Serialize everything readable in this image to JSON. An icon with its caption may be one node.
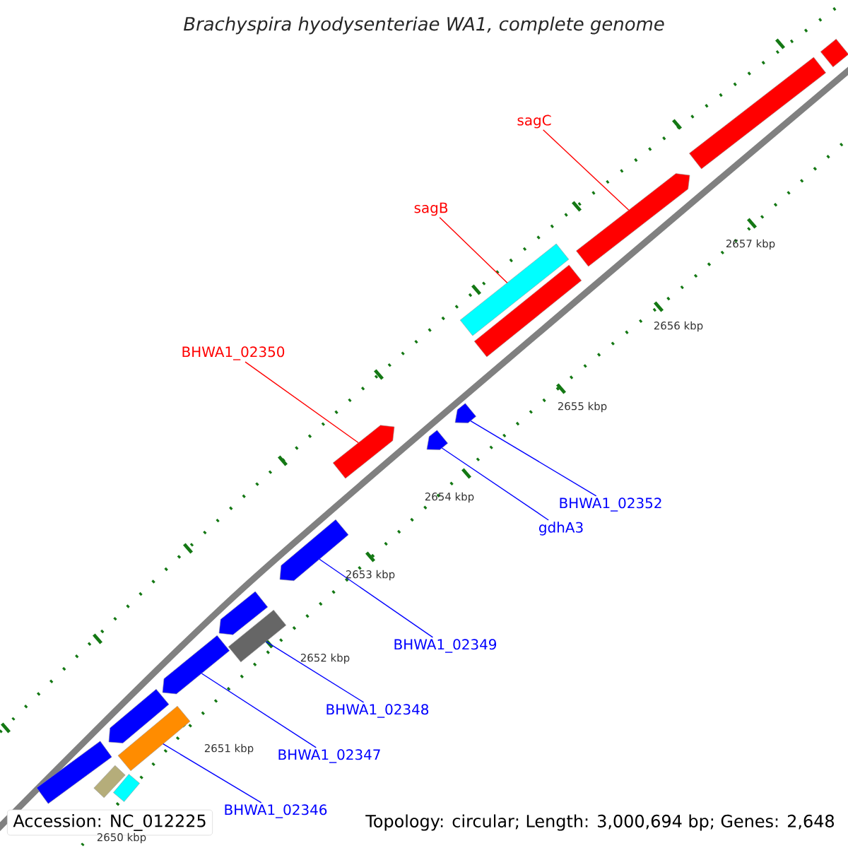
{
  "diagram": {
    "title": "Brachyspira hyodysenteriae WA1, complete genome",
    "nodes": [
      {
        "text": [
          "sagC"
        ]
      },
      {
        "text": [],
        "shape": "arrow"
      },
      {
        "text": [
          "sagB"
        ]
      },
      {
        "text": [],
        "shape": "bar"
      },
      {
        "text": [
          "BHWA1_02350"
        ]
      },
      {
        "text": [],
        "shape": "arrow"
      },
      {
        "text": [
          "BHWA1_02352"
        ]
      },
      {
        "text": [],
        "shape": "arrow"
      },
      {
        "text": [
          "gdhA3"
        ]
      },
      {
        "text": [],
        "shape": "arrow"
      },
      {
        "text": [
          "BHWA1_02349"
        ]
      },
      {
        "text": [],
        "shape": "arrow"
      },
      {
        "text": [
          "BHWA1_02348"
        ]
      },
      {
        "text": [],
        "shape": "bar"
      },
      {
        "text": [
          "BHWA1_02347"
        ]
      },
      {
        "text": [],
        "shape": "arrow"
      },
      {
        "text": [
          "BHWA1_02346"
        ]
      },
      {
        "text": [],
        "shape": "bar"
      },
      {
        "text": [],
        "shape": "bar"
      },
      {
        "text": [],
        "shape": "bar"
      },
      {
        "text": [],
        "shape": "bar"
      },
      {
        "text": [],
        "shape": "arrow"
      },
      {
        "text": [],
        "shape": "arrow"
      },
      {
        "text": [],
        "shape": "bar"
      },
      {
        "text": [],
        "shape": "bar"
      },
      {
        "text": [],
        "shape": "bar"
      }
    ],
    "edges": [
      {
        "from": 0,
        "to": 1,
        "arrow": "none",
        "color": "#ff0000"
      },
      {
        "from": 2,
        "to": 3,
        "arrow": "none",
        "color": "#ff0000"
      },
      {
        "from": 4,
        "to": 5,
        "arrow": "none",
        "color": "#ff0000"
      },
      {
        "from": 6,
        "to": 7,
        "arrow": "none"
      },
      {
        "from": 8,
        "to": 9,
        "arrow": "none"
      },
      {
        "from": 10,
        "to": 11,
        "arrow": "none"
      },
      {
        "from": 12,
        "to": 13,
        "arrow": "none"
      },
      {
        "from": 14,
        "to": 15,
        "arrow": "none"
      },
      {
        "from": 16,
        "to": 17,
        "arrow": "none"
      }
    ],
    "labels": [
      "2657 kbp",
      "2656 kbp",
      "2655 kbp",
      "2654 kbp",
      "2653 kbp",
      "2652 kbp",
      "2651 kbp",
      "2650 kbp",
      "Accession: NC_012225",
      "Topology: circular; Length: 3,000,694 bp; Genes: 2,648"
    ]
  }
}
